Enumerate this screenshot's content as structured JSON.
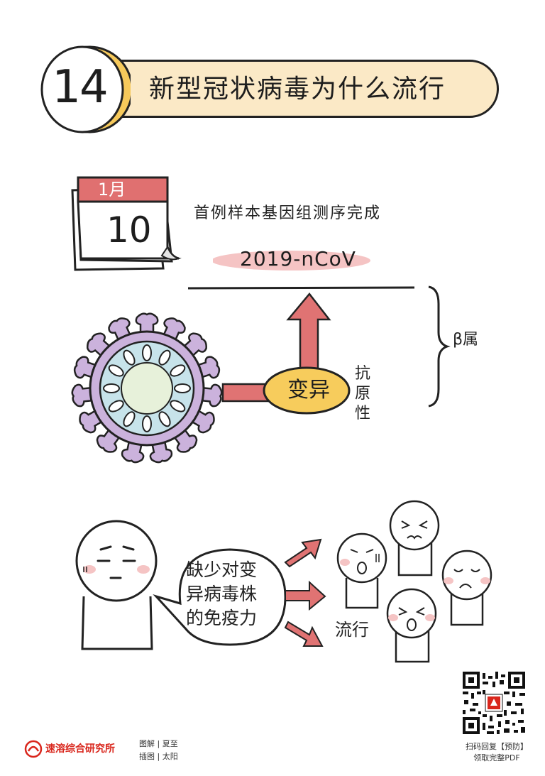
{
  "header": {
    "number": "14",
    "title": "新型冠状病毒为什么流行"
  },
  "calendar": {
    "month": "1月",
    "day": "10"
  },
  "sequencing": {
    "caption": "首例样本基因组测序完成",
    "virus_name": "2019-nCoV"
  },
  "diagram": {
    "mutation_label": "变异",
    "antigenicity_chars": [
      "抗",
      "原",
      "性"
    ],
    "genus_label": "β属"
  },
  "people": {
    "bubble_lines": [
      "缺少对变",
      "异病毒株",
      "的免疫力"
    ],
    "spread_label": "流行"
  },
  "footer": {
    "org_name": "速溶综合研究所",
    "credit_1": "图解 | 夏至",
    "credit_2": "插图 | 太阳",
    "qr_line_1": "扫码回复【预防】",
    "qr_line_2": "领取完整PDF"
  },
  "colors": {
    "title_bg": "#fbe9c6",
    "calendar_red": "#e07070",
    "arrow_red": "#e07373",
    "mutation_yellow": "#f7cc5c",
    "virus_purple": "#cbb2dc",
    "virus_blue": "#c7e3ea",
    "virus_core": "#e7f1da",
    "highlight_pink": "#f5c4c4",
    "org_red": "#d9261c"
  }
}
